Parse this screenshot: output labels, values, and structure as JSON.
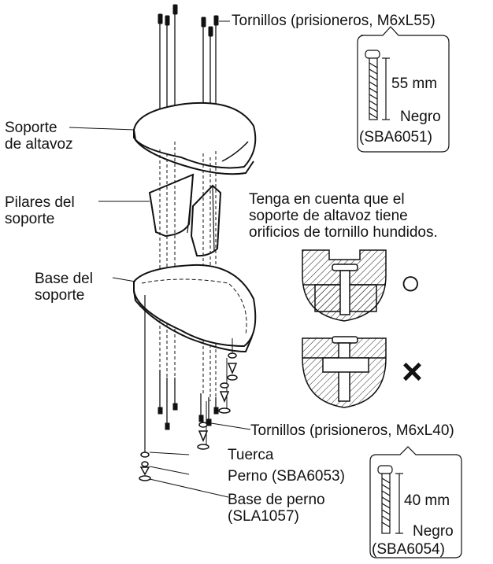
{
  "labels": {
    "top_screws": "Tornillos (prisioneros, M6xL55)",
    "speaker_support_l1": "Soporte",
    "speaker_support_l2": "de altavoz",
    "pillars_l1": "Pilares del",
    "pillars_l2": "soporte",
    "base_l1": "Base del",
    "base_l2": "soporte",
    "note_l1": "Tenga en cuenta que el",
    "note_l2": "soporte de altavoz tiene",
    "note_l3": "orificios de tornillo hundidos.",
    "bottom_screws": "Tornillos (prisioneros, M6xL40)",
    "nut": "Tuerca",
    "spike": "Perno (SBA6053)",
    "spike_base_l1": "Base de perno",
    "spike_base_l2": "(SLA1057)"
  },
  "callout_top": {
    "length": "55 mm",
    "color": "Negro",
    "part": "(SBA6051)"
  },
  "callout_bottom": {
    "length": "40 mm",
    "color": "Negro",
    "part": "(SBA6054)"
  },
  "marks": {
    "correct": "○",
    "wrong": "×"
  }
}
